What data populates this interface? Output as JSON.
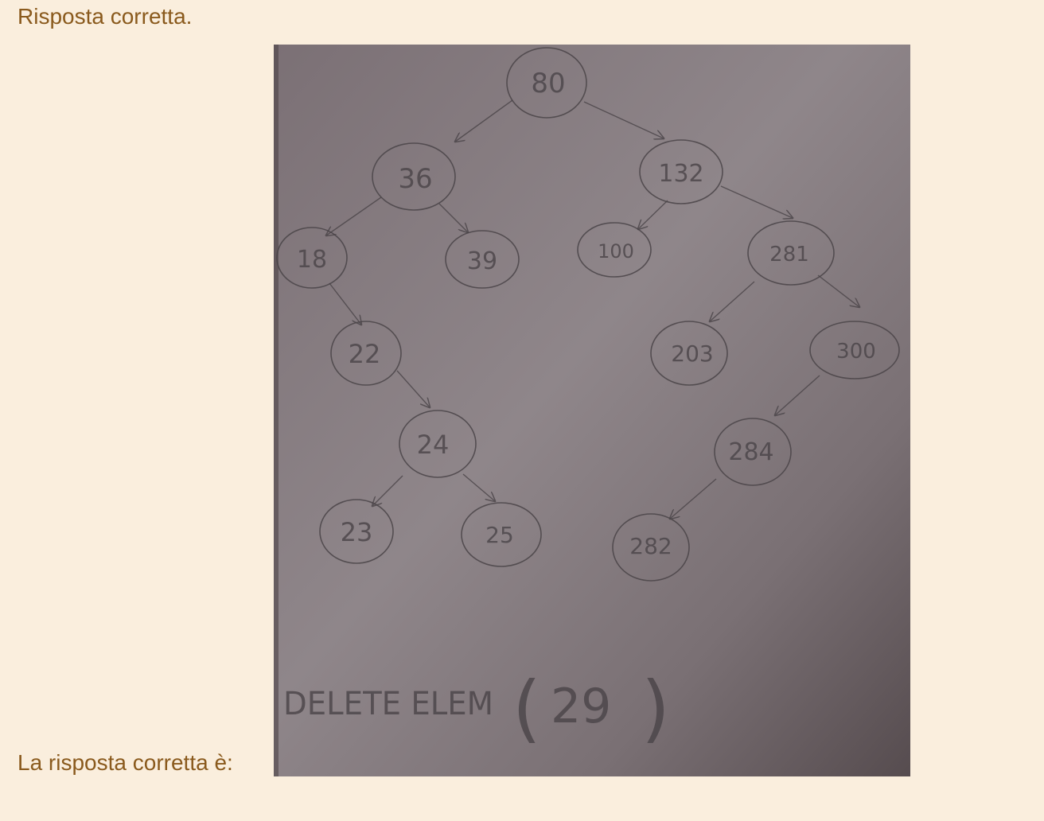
{
  "feedback": {
    "status_text": "Risposta corretta."
  },
  "answer": {
    "label": "La risposta corretta è:"
  },
  "image": {
    "nodes": {
      "n80": "80",
      "n36": "36",
      "n132": "132",
      "n18": "18",
      "n39": "39",
      "n100": "100",
      "n281": "281",
      "n22": "22",
      "n203": "203",
      "n300": "300",
      "n24": "24",
      "n284": "284",
      "n23": "23",
      "n25": "25",
      "n282": "282"
    },
    "caption_command": "DELETE ELEM",
    "caption_value": "29"
  }
}
